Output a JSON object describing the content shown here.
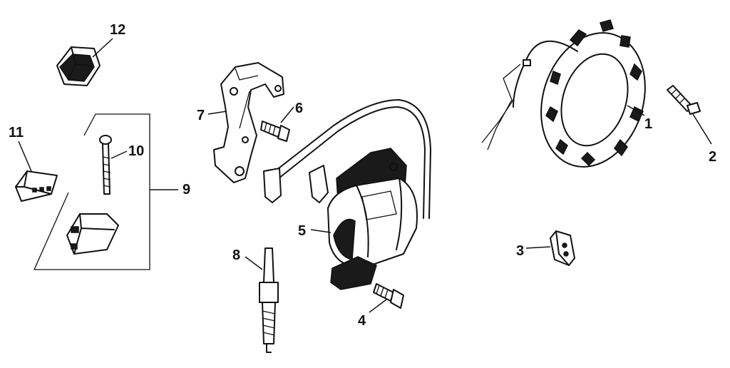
{
  "callouts": [
    {
      "id": "1",
      "text": "1"
    },
    {
      "id": "2",
      "text": "2"
    },
    {
      "id": "3",
      "text": "3"
    },
    {
      "id": "4",
      "text": "4"
    },
    {
      "id": "5",
      "text": "5"
    },
    {
      "id": "6",
      "text": "6"
    },
    {
      "id": "7",
      "text": "7"
    },
    {
      "id": "8",
      "text": "8"
    },
    {
      "id": "9",
      "text": "9"
    },
    {
      "id": "10",
      "text": "10"
    },
    {
      "id": "11",
      "text": "11"
    },
    {
      "id": "12",
      "text": "12"
    }
  ],
  "colors": {
    "ink": "#111111",
    "background": "#ffffff"
  }
}
